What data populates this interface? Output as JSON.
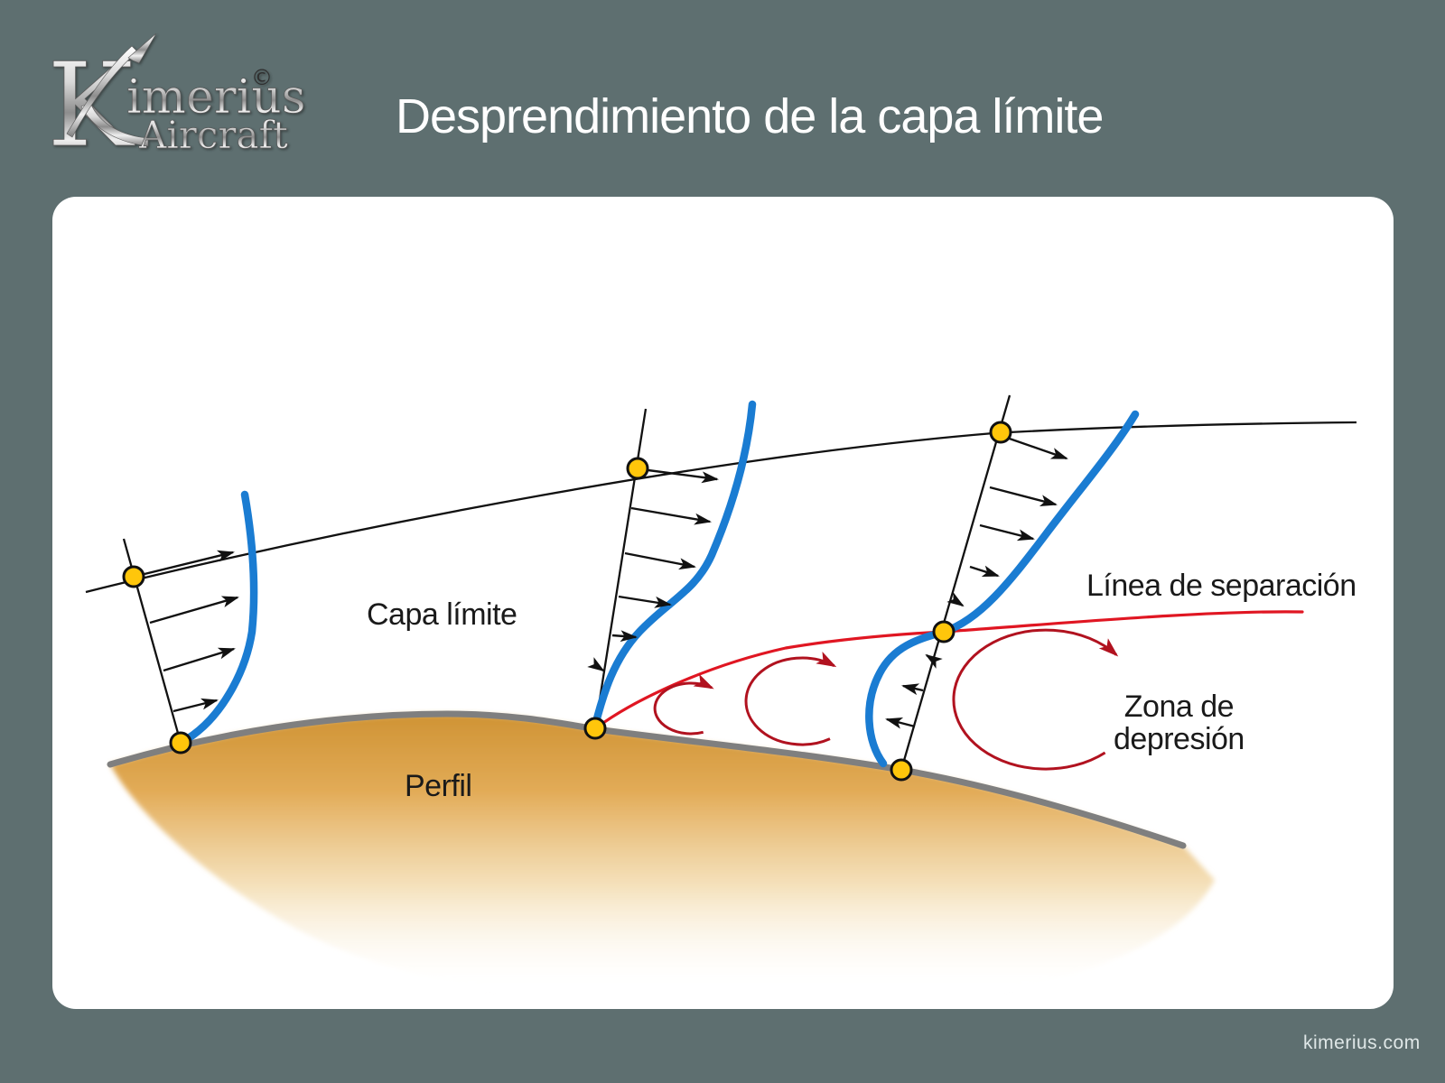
{
  "header": {
    "logo": {
      "k": "K",
      "rest": "imerius",
      "line2": "Aircraft",
      "copyright": "©"
    },
    "title": "Desprendimiento de la capa límite"
  },
  "diagram": {
    "labels": {
      "boundary_layer": "Capa límite",
      "airfoil": "Perfil",
      "separation_line": "Línea de separación",
      "depression_zone": "Zona de\ndepresión"
    }
  },
  "footer": {
    "website": "kimerius.com"
  },
  "colors": {
    "background": "#5e6f70",
    "panel": "#ffffff",
    "title_text": "#ffffff",
    "ink": "#1a1a1a",
    "velocity_profile_blue": "#1a7cd2",
    "separation_line_red": "#e01622",
    "vortex_red": "#b1121f",
    "point_yellow": "#ffc60b",
    "airfoil_orange": "#d0932f",
    "surface_gray": "#7f7f7f"
  }
}
